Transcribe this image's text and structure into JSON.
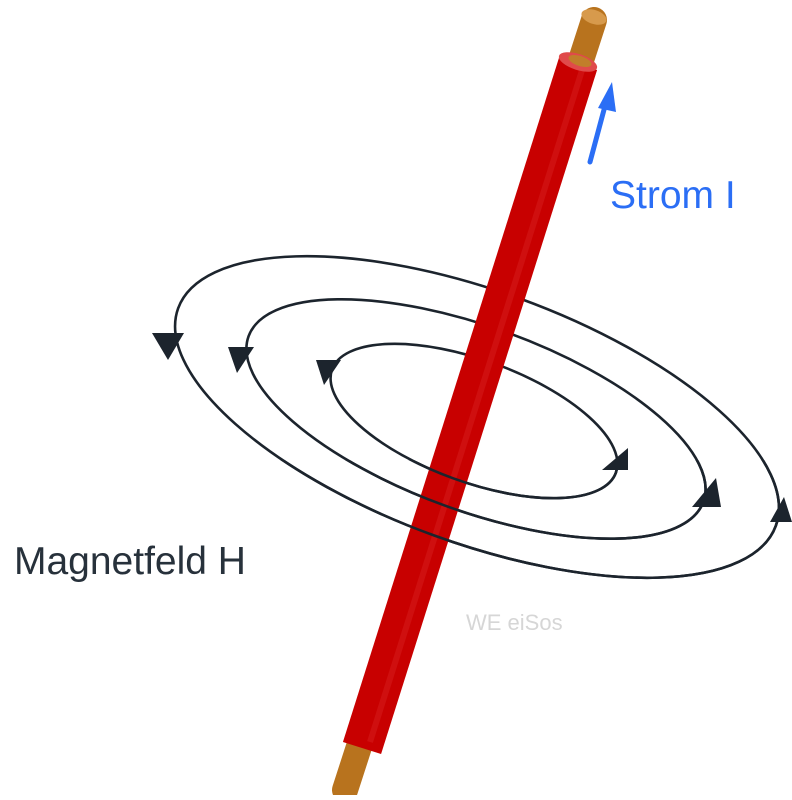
{
  "labels": {
    "current": "Strom I",
    "field": "Magnetfeld H",
    "watermark": "WE eiSos"
  },
  "colors": {
    "wire_insulation": "#c80000",
    "wire_highlight": "#e04040",
    "copper": "#b8731e",
    "copper_end": "#d79a4c",
    "field_lines": "#1c242d",
    "current_arrow": "#2b6ef5",
    "text_dark": "#27313b",
    "watermark": "#d6d6d6"
  },
  "icons": {
    "field_arrows": "triangle-arrowhead-icon",
    "current_arrow": "arrow-up-right-icon"
  }
}
